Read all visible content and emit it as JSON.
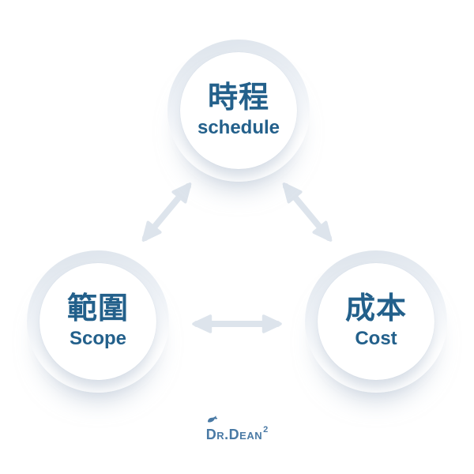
{
  "diagram": {
    "nodes": [
      {
        "id": "schedule",
        "zh": "時程",
        "en": "schedule"
      },
      {
        "id": "scope",
        "zh": "範圍",
        "en": "Scope"
      },
      {
        "id": "cost",
        "zh": "成本",
        "en": "Cost"
      }
    ],
    "edges": [
      {
        "from": "schedule",
        "to": "scope",
        "bidirectional": true
      },
      {
        "from": "schedule",
        "to": "cost",
        "bidirectional": true
      },
      {
        "from": "scope",
        "to": "cost",
        "bidirectional": true
      }
    ],
    "colors": {
      "node_label": "#23608b",
      "arrow": "#dde4ec",
      "logo": "#4a7aa5",
      "background": "#ffffff"
    }
  },
  "logo": {
    "brand": "Dr.Dean",
    "superscript": "2",
    "icon": "whale-icon"
  }
}
